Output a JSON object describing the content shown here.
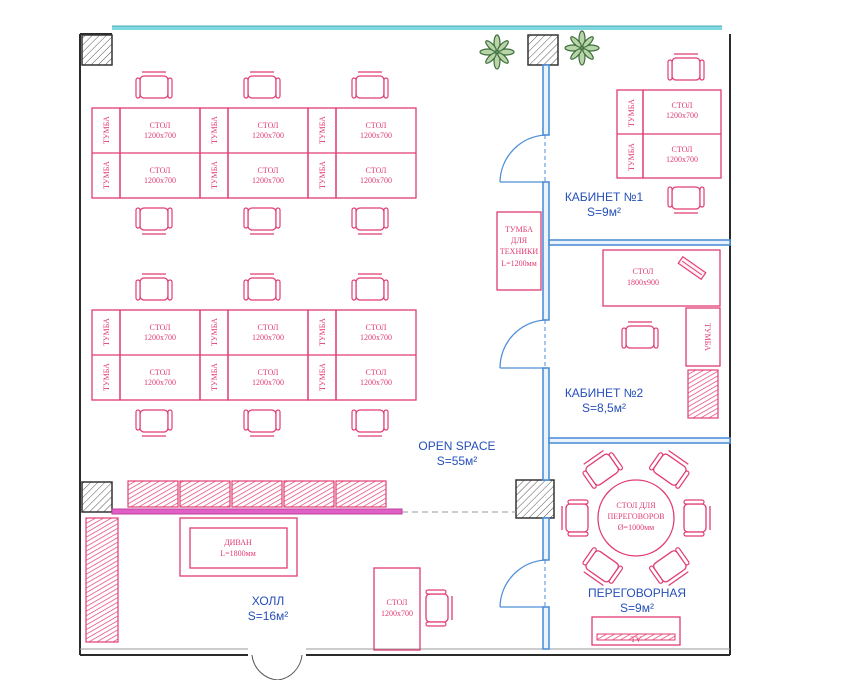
{
  "rooms": {
    "open_space": {
      "name": "OPEN SPACE",
      "area": "S=55м²"
    },
    "cabinet1": {
      "name": "КАБИНЕТ №1",
      "area": "S=9м²"
    },
    "cabinet2": {
      "name": "КАБИНЕТ №2",
      "area": "S=8,5м²"
    },
    "meeting": {
      "name": "ПЕРЕГОВОРНАЯ",
      "area": "S=9м²"
    },
    "hall": {
      "name": "ХОЛЛ",
      "area": "S=16м²"
    }
  },
  "furniture": {
    "tumba": "ТУМБА",
    "desk": "СТОЛ",
    "desk_size": "1200х700",
    "big_desk": "СТОЛ",
    "big_desk_size": "1800х900",
    "tech_cabinet": [
      "ТУМБА",
      "ДЛЯ",
      "ТЕХНИКИ",
      "L=1200мм"
    ],
    "sofa": "ДИВАН",
    "sofa_size": "L=1800мм",
    "meeting_table": [
      "СТОЛ ДЛЯ",
      "ПЕРЕГОВОРОВ",
      "Ø=1000мм"
    ],
    "tv": "TV"
  },
  "colors": {
    "furniture": "#e23c72",
    "partition": "#4f8fd6",
    "label": "#2550b8",
    "wall": "#2b2b2b",
    "window": "#7fd8e0"
  }
}
